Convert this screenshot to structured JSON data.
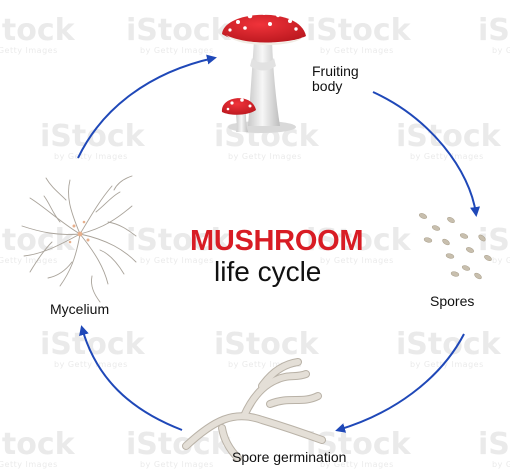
{
  "title": {
    "main": "MUSHROOM",
    "sub": "life cycle"
  },
  "stages": {
    "fruiting_body": [
      "Fruiting",
      "body"
    ],
    "spores": "Spores",
    "spore_germination": "Spore germination",
    "mycelium": "Mycelium"
  },
  "watermark": {
    "brand": "iStock",
    "tagline": "by Getty Images"
  },
  "colors": {
    "arrow": "#1f48b8",
    "title_red": "#d81c24",
    "cap_red": "#d8232b",
    "stem": "#e9e9e9",
    "spore": "#c8bfae",
    "hypha": "#dcd7cf"
  }
}
